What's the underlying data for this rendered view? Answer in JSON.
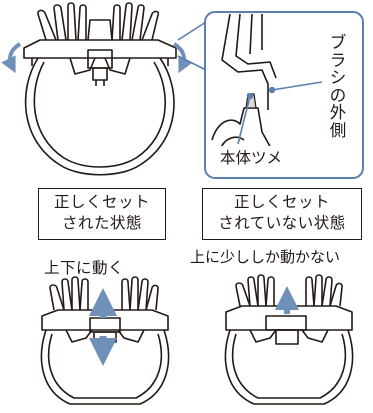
{
  "callout": {
    "vertical_label": [
      "ブ",
      "ラ",
      "シ",
      "の",
      "外",
      "側"
    ],
    "hook_label": "本体ツメ"
  },
  "left_panel": {
    "box_line1": "正しくセット",
    "box_line2": "された状態",
    "caption": "上下に動く"
  },
  "right_panel": {
    "box_line1": "正しくセット",
    "box_line2": "されていない状態",
    "caption": "上に少ししか動かない"
  },
  "colors": {
    "line": "#231815",
    "arrow": "#6f90b8",
    "callout_border": "#5a7fb0",
    "hook_fill": "#d9d9d9"
  }
}
